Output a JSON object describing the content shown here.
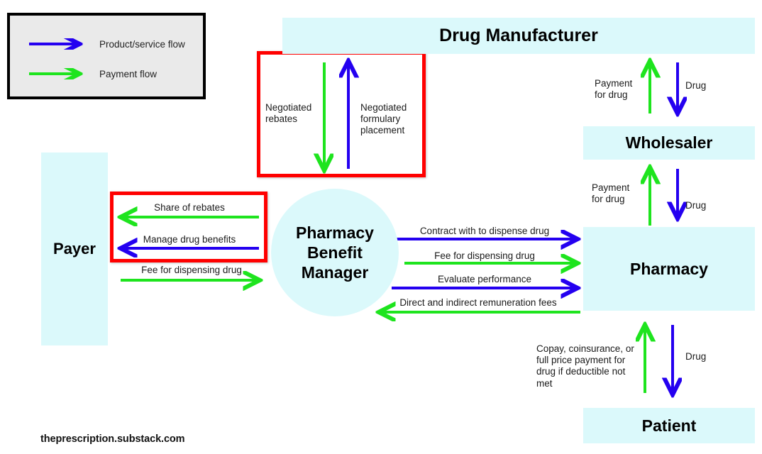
{
  "colors": {
    "entity_fill": "#dbf9fb",
    "payment_flow": "#1ee41e",
    "product_flow": "#2400f0",
    "highlight": "#ff0000",
    "legend_bg": "#eaeaea",
    "text": "#1a1a1a"
  },
  "legend": {
    "items": [
      {
        "label": "Product/service flow",
        "color": "#2400f0",
        "type": "product"
      },
      {
        "label": "Payment flow",
        "color": "#1ee41e",
        "type": "payment"
      }
    ]
  },
  "entities": {
    "drug_manufacturer": "Drug Manufacturer",
    "wholesaler": "Wholesaler",
    "pharmacy": "Pharmacy",
    "patient": "Patient",
    "payer": "Payer",
    "pbm": "Pharmacy\nBenefit\nManager"
  },
  "flows": {
    "negotiated_rebates": {
      "label": "Negotiated\nrebates",
      "color": "#1ee41e",
      "direction": "down",
      "from": "Drug Manufacturer",
      "to": "Pharmacy Benefit Manager"
    },
    "negotiated_formulary_placement": {
      "label": "Negotiated\nformulary\nplacement",
      "color": "#2400f0",
      "direction": "up",
      "from": "Pharmacy Benefit Manager",
      "to": "Drug Manufacturer"
    },
    "share_of_rebates": {
      "label": "Share of rebates",
      "color": "#1ee41e",
      "direction": "left",
      "from": "Pharmacy Benefit Manager",
      "to": "Payer"
    },
    "manage_drug_benefits": {
      "label": "Manage drug benefits",
      "color": "#2400f0",
      "direction": "left",
      "from": "Pharmacy Benefit Manager",
      "to": "Payer"
    },
    "fee_for_dispensing_drug_payer": {
      "label": "Fee for dispensing drug",
      "color": "#1ee41e",
      "direction": "right",
      "from": "Payer",
      "to": "Pharmacy Benefit Manager"
    },
    "contract_with_to_dispense_drug": {
      "label": "Contract with to dispense drug",
      "color": "#2400f0",
      "direction": "right",
      "from": "Pharmacy Benefit Manager",
      "to": "Pharmacy"
    },
    "fee_for_dispensing_drug_pharmacy": {
      "label": "Fee for dispensing drug",
      "color": "#1ee41e",
      "direction": "right",
      "from": "Pharmacy Benefit Manager",
      "to": "Pharmacy"
    },
    "evaluate_performance": {
      "label": "Evaluate performance",
      "color": "#2400f0",
      "direction": "right",
      "from": "Pharmacy Benefit Manager",
      "to": "Pharmacy"
    },
    "direct_and_indirect_remuneration_fees": {
      "label": "Direct and indirect remuneration fees",
      "color": "#1ee41e",
      "direction": "left",
      "from": "Pharmacy",
      "to": "Pharmacy Benefit Manager"
    },
    "payment_for_drug_manufacturer": {
      "label": "Payment\nfor drug",
      "color": "#1ee41e",
      "direction": "up",
      "from": "Wholesaler",
      "to": "Drug Manufacturer"
    },
    "drug_manufacturer_to_wholesaler": {
      "label": "Drug",
      "color": "#2400f0",
      "direction": "down",
      "from": "Drug Manufacturer",
      "to": "Wholesaler"
    },
    "payment_for_drug_wholesaler": {
      "label": "Payment\nfor drug",
      "color": "#1ee41e",
      "direction": "up",
      "from": "Pharmacy",
      "to": "Wholesaler"
    },
    "drug_wholesaler_to_pharmacy": {
      "label": "Drug",
      "color": "#2400f0",
      "direction": "down",
      "from": "Wholesaler",
      "to": "Pharmacy"
    },
    "copay_payment": {
      "label": "Copay, coinsurance, or\nfull price payment for\ndrug if deductible not\nmet",
      "color": "#1ee41e",
      "direction": "up",
      "from": "Patient",
      "to": "Pharmacy"
    },
    "drug_pharmacy_to_patient": {
      "label": "Drug",
      "color": "#2400f0",
      "direction": "down",
      "from": "Pharmacy",
      "to": "Patient"
    }
  },
  "highlights": [
    {
      "name": "manufacturer-pbm-highlight",
      "color": "#ff0000"
    },
    {
      "name": "payer-pbm-highlight",
      "color": "#ff0000"
    }
  ],
  "footer": {
    "attribution": "theprescription.substack.com"
  }
}
